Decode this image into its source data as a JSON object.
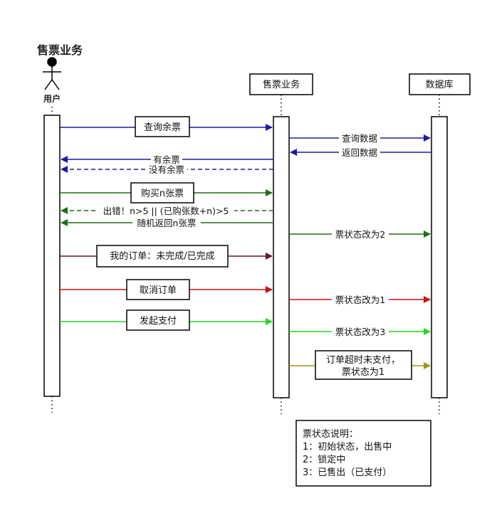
{
  "title": "售票业务",
  "actor": {
    "label": "用户"
  },
  "participants": {
    "service": "售票业务",
    "database": "数据库"
  },
  "messages": {
    "m1": "查询余票",
    "m2": "查询数据",
    "m3": "返回数据",
    "m4": "有余票",
    "m5": "没有余票",
    "m6": "购买n张票",
    "m7": "出错！n>5 || (已购张数+n)>5",
    "m8": "随机返回n张票",
    "m9": "票状态改为2",
    "m10": "我的订单：未完成/已完成",
    "m11": "取消订单",
    "m12": "票状态改为1",
    "m13": "发起支付",
    "m14": "票状态改为3",
    "m15_line1": "订单超时未支付，",
    "m15_line2": "票状态为1"
  },
  "note": {
    "title": "票状态说明：",
    "line1": "1：初始状态，出售中",
    "line2": "2：锁定中",
    "line3": "3：已售出（已支付）"
  },
  "colors": {
    "blue": "#1a1aa8",
    "darkgreen": "#1f6e14",
    "maroon": "#6b1436",
    "red": "#cc1111",
    "green": "#22d922",
    "olive": "#9a9a14",
    "black": "#000000"
  }
}
